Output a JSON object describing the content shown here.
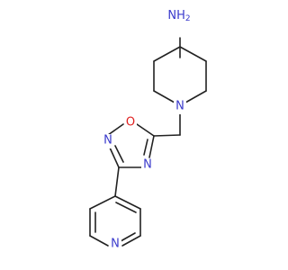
{
  "molecule": {
    "atom_labels": {
      "nh2": "NH",
      "nh2_sub": "2",
      "piperidine_n": "N",
      "oxadiazole_o": "O",
      "oxadiazole_n2": "N",
      "oxadiazole_n4": "N",
      "pyridine_n": "N"
    },
    "colors": {
      "carbon_bond": "#222222",
      "nitrogen": "#3a3acc",
      "oxygen": "#e02020",
      "background": "#ffffff"
    }
  }
}
